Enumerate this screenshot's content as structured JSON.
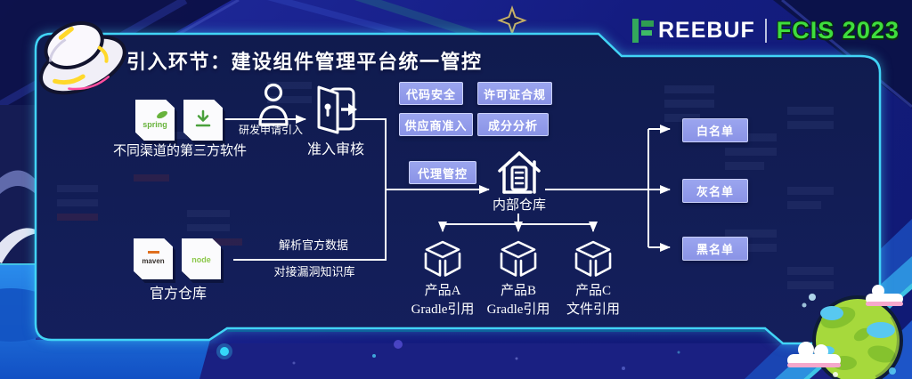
{
  "brand": {
    "name": "FREEBUF",
    "wordmark_rest": "REEBUF",
    "event": "FCIS 2023"
  },
  "title": "引入环节：建设组件管理平台统一管控",
  "flow": {
    "sources": {
      "label": "不同渠道的第三方软件",
      "card1_text": "spring",
      "card2_icon": "download-icon"
    },
    "apply_label": "研发申请引入",
    "review_label": "准入审核",
    "check_tags": [
      "代码安全",
      "许可证合规",
      "供应商准入",
      "成分分析"
    ],
    "proxy_tag": "代理管控",
    "internal_repo_label": "内部仓库",
    "list_tags": [
      "白名单",
      "灰名单",
      "黑名单"
    ],
    "official": {
      "label": "官方仓库",
      "card1_text": "maven",
      "card2_text": "node"
    },
    "parse_label": "解析官方数据",
    "vuln_label": "对接漏洞知识库",
    "products": [
      {
        "name": "产品A",
        "ref": "Gradle引用"
      },
      {
        "name": "产品B",
        "ref": "Gradle引用"
      },
      {
        "name": "产品C",
        "ref": "文件引用"
      }
    ]
  },
  "colors": {
    "accent_cyan": "#41d4f6",
    "panel_bg": "#111c50",
    "tag_fill": "#8d97e8",
    "tag_border": "#cbd2fa",
    "fcis_green": "#3ede3e",
    "logo_green": "#33a85c",
    "spring_green": "#68b33c",
    "node_green": "#8cc84b"
  }
}
